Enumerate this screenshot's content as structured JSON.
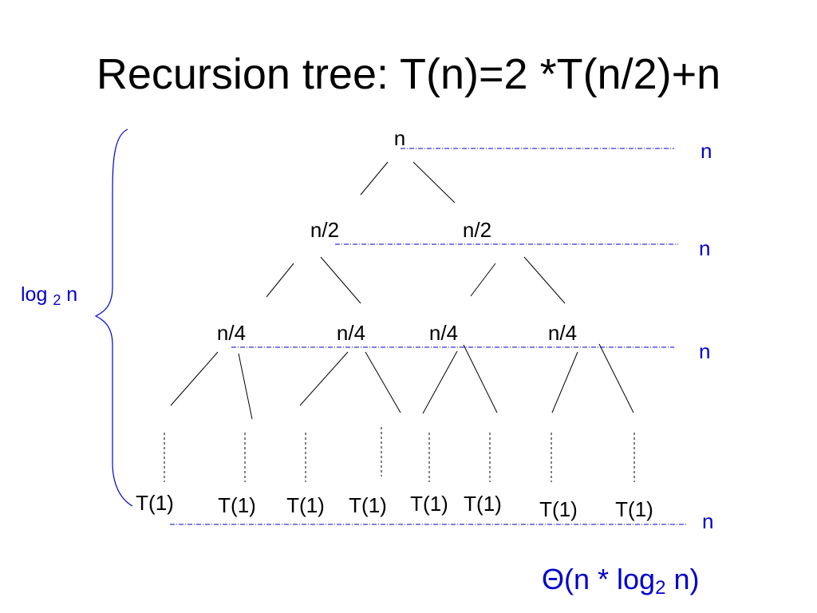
{
  "title": "Recursion tree: T(n)=2 *T(n/2)+n",
  "tree": {
    "root": "n",
    "level1": [
      "n/2",
      "n/2"
    ],
    "level2": [
      "n/4",
      "n/4",
      "n/4",
      "n/4"
    ],
    "leaves": [
      "T(1)",
      "T(1)",
      "T(1)",
      "T(1)",
      "T(1)",
      "T(1)",
      "T(1)",
      "T(1)"
    ]
  },
  "level_sums": [
    "n",
    "n",
    "n",
    "n"
  ],
  "height": {
    "prefix": "log",
    "base": "2",
    "var": "n"
  },
  "result": {
    "open": "Θ(n * log",
    "sub": "2",
    "close": " n)"
  },
  "colors": {
    "text": "#000000",
    "accent": "#0000cc"
  }
}
